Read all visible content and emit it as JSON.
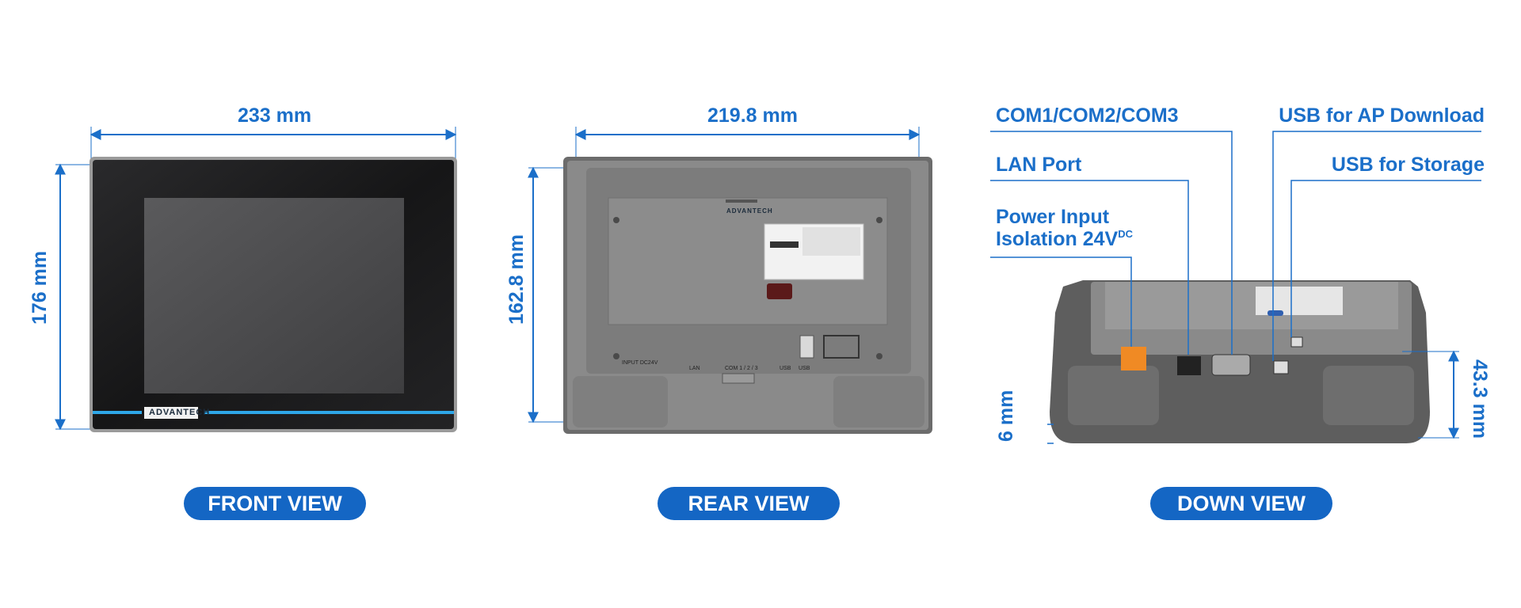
{
  "front": {
    "width_label": "233 mm",
    "height_label": "176 mm",
    "brand": "ADVANTECH",
    "view_label": "FRONT VIEW"
  },
  "rear": {
    "width_label": "219.8 mm",
    "height_label": "162.8 mm",
    "brand": "ADVANTECH",
    "port_labels": {
      "input": "INPUT DC24V",
      "lan": "LAN",
      "com": "COM 1 / 2 / 3",
      "usb1": "USB",
      "usb2": "USB"
    },
    "view_label": "REAR VIEW"
  },
  "down": {
    "callouts": {
      "com": "COM1/COM2/COM3",
      "lan": "LAN Port",
      "power_line1": "Power Input",
      "power_line2": "Isolation 24V",
      "power_sup": "DC",
      "usb_ap": "USB for AP Download",
      "usb_storage": "USB for Storage"
    },
    "depth_label": "43.3 mm",
    "bezel_label": "6 mm",
    "view_label": "DOWN VIEW"
  },
  "colors": {
    "accent": "#1b6fc9",
    "pill": "#1466c4",
    "accent_strip": "#2ea7e8"
  }
}
